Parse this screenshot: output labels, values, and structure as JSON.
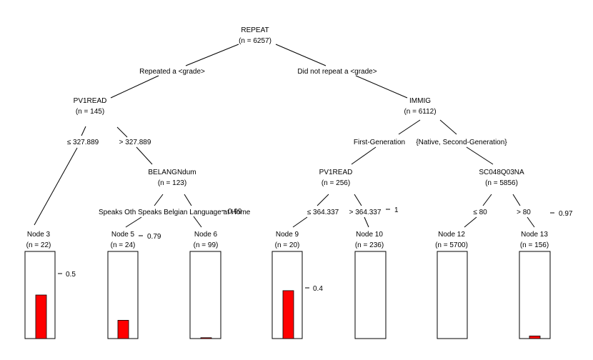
{
  "nodes": {
    "n1": {
      "name": "REPEAT",
      "n": "(n = 6257)"
    },
    "n2": {
      "name": "PV1READ",
      "n": "(n = 145)"
    },
    "n4": {
      "name": "BELANGNdum",
      "n": "(n = 123)"
    },
    "n7": {
      "name": "IMMIG",
      "n": "(n = 6112)"
    },
    "n8": {
      "name": "PV1READ",
      "n": "(n = 256)"
    },
    "n11": {
      "name": "SC048Q03NA",
      "n": "(n = 5856)"
    }
  },
  "edges": {
    "e1_left": "Repeated a <grade>",
    "e1_right": "Did not repeat a <grade>",
    "e2_left": "≤ 327.889",
    "e2_right": "> 327.889",
    "e4_left": "Speaks Oth",
    "e4_right": "Speaks Belgian Language at Home",
    "e7_left": "First-Generation",
    "e7_right": "{Native, Second-Generation}",
    "e8_left": "≤ 364.337",
    "e8_right": "> 364.337",
    "e11_left": "≤ 80",
    "e11_right": "> 80"
  },
  "terminals": [
    {
      "key": "t3",
      "label": "Node 3",
      "n": "(n = 22)",
      "value": 0.5
    },
    {
      "key": "t5",
      "label": "Node 5",
      "n": "(n = 24)",
      "value": 0.21
    },
    {
      "key": "t6",
      "label": "Node 6",
      "n": "(n = 99)",
      "value": 0.01
    },
    {
      "key": "t9",
      "label": "Node 9",
      "n": "(n = 20)",
      "value": 0.55
    },
    {
      "key": "t10",
      "label": "Node 10",
      "n": "(n = 236)",
      "value": 0.0
    },
    {
      "key": "t12",
      "label": "Node 12",
      "n": "(n = 5700)",
      "value": 0.0
    },
    {
      "key": "t13",
      "label": "Node 13",
      "n": "(n = 156)",
      "value": 0.03
    }
  ],
  "axis_labels": {
    "t3": "0.5",
    "t5": "0.79",
    "t6": "0.99",
    "t9": "0.4",
    "t10": "1",
    "t13": "0.97"
  },
  "colors": {
    "bar": "#ff0000",
    "line": "#000000"
  }
}
